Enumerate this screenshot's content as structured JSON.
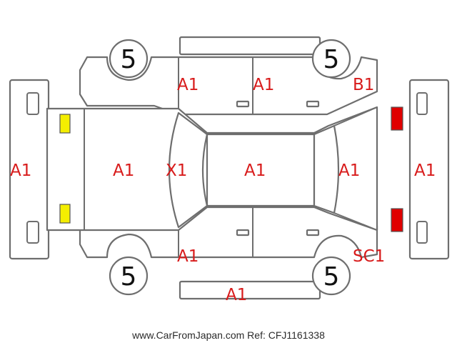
{
  "colors": {
    "outline": "#6e6e6e",
    "damage_code": "#d81b1b",
    "front_lamp": "#f4ee00",
    "rear_lamp": "#e00000",
    "text": "#111111"
  },
  "tires": {
    "front_left": "5",
    "rear_left": "5",
    "front_right": "5",
    "rear_right": "5"
  },
  "codes": {
    "front_bumper": "A1",
    "hood": "A1",
    "windshield": "X1",
    "roof": "A1",
    "rear_glass": "A1",
    "rear_bumper": "A1",
    "top_front_door": "A1",
    "top_rear_door": "A1",
    "top_rear_quarter": "B1",
    "bottom_front_door": "A1",
    "bottom_rocker": "A1",
    "bottom_rear_quarter": "SC1"
  },
  "footer": "www.CarFromJapan.com Ref: CFJ1161338"
}
